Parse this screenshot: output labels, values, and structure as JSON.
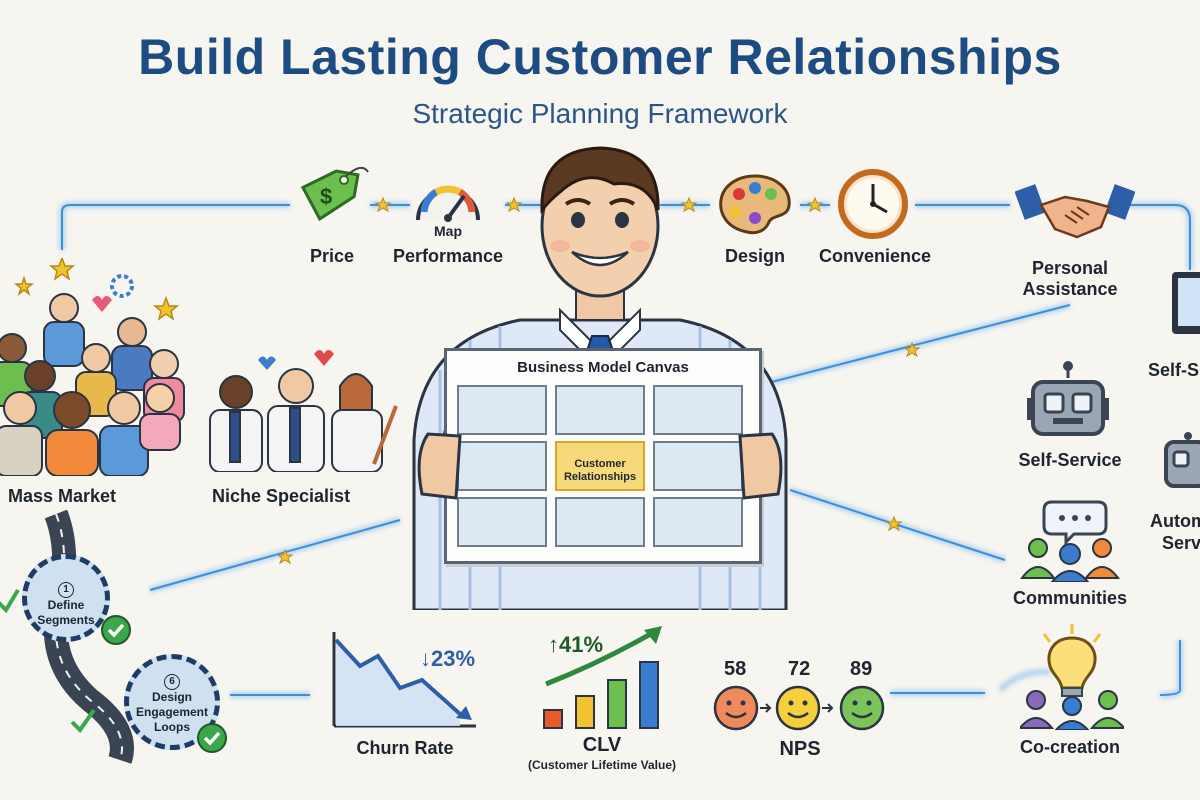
{
  "header": {
    "title": "Build Lasting Customer Relationships",
    "subtitle": "Strategic Planning Framework"
  },
  "value_props": {
    "price": "Price",
    "map_performance_top": "Map",
    "map_performance_bottom": "Performance",
    "design": "Design",
    "convenience": "Convenience"
  },
  "segments": {
    "mass_market": "Mass Market",
    "niche_specialist": "Niche Specialist"
  },
  "canvas": {
    "title": "Business Model Canvas",
    "highlight_line1": "Customer",
    "highlight_line2": "Relationships"
  },
  "relationship_types": {
    "personal_assistance_line1": "Personal",
    "personal_assistance_line2": "Assistance",
    "self_service": "Self-Service",
    "self_service_partial": "Self-S",
    "automated_line1": "Autom",
    "automated_line2": "Serv",
    "communities": "Communities",
    "co_creation": "Co-creation"
  },
  "steps": {
    "step1_number": "1",
    "step1_line1": "Define",
    "step1_line2": "Segments",
    "step6_number": "6",
    "step6_line1": "Design",
    "step6_line2": "Engagement",
    "step6_line3": "Loops"
  },
  "metrics": {
    "churn_label": "Churn Rate",
    "churn_change": "↓23%",
    "clv_label": "CLV",
    "clv_sub": "(Customer Lifetime Value)",
    "clv_change": "↑41%",
    "nps_label": "NPS",
    "nps_scores": [
      "58",
      "72",
      "89"
    ]
  },
  "colors": {
    "title": "#1d4c82",
    "connector": "#7db6e8",
    "star": "#f2c230",
    "price_tag": "#6cbf4e",
    "check": "#3aa84a"
  },
  "icons": [
    "price-tag-icon",
    "gauge-icon",
    "palette-icon",
    "clock-icon",
    "handshake-icon",
    "monitor-icon",
    "robot-icon",
    "speech-people-icon",
    "lightbulb-icon",
    "smiley-icon",
    "check-icon",
    "star-icon"
  ]
}
